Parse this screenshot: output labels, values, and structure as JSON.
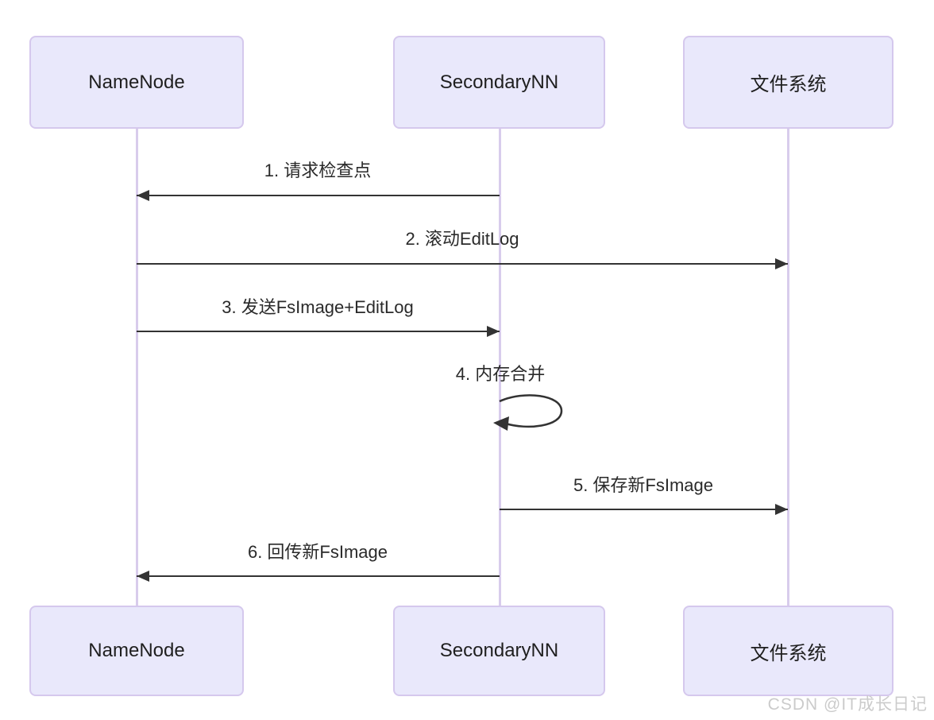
{
  "diagram": {
    "type": "sequence",
    "actors": [
      {
        "name": "NameNode"
      },
      {
        "name": "SecondaryNN"
      },
      {
        "name": "文件系统"
      }
    ],
    "messages": [
      {
        "seq": 1,
        "label": "1. 请求检查点",
        "from": "SecondaryNN",
        "to": "NameNode",
        "direction": "left"
      },
      {
        "seq": 2,
        "label": "2. 滚动EditLog",
        "from": "NameNode",
        "to": "文件系统",
        "direction": "right"
      },
      {
        "seq": 3,
        "label": "3. 发送FsImage+EditLog",
        "from": "NameNode",
        "to": "SecondaryNN",
        "direction": "right"
      },
      {
        "seq": 4,
        "label": "4. 内存合并",
        "from": "SecondaryNN",
        "to": "SecondaryNN",
        "direction": "self"
      },
      {
        "seq": 5,
        "label": "5. 保存新FsImage",
        "from": "SecondaryNN",
        "to": "文件系统",
        "direction": "right"
      },
      {
        "seq": 6,
        "label": "6. 回传新FsImage",
        "from": "SecondaryNN",
        "to": "NameNode",
        "direction": "left"
      }
    ],
    "colors": {
      "actor_fill": "#e9e8fb",
      "actor_border": "#d5c8ed",
      "lifeline": "#d8ccec",
      "arrow": "#333333",
      "text": "#2a2a2a",
      "watermark": "#cbcbcb"
    },
    "watermark": "CSDN @IT成长日记"
  }
}
